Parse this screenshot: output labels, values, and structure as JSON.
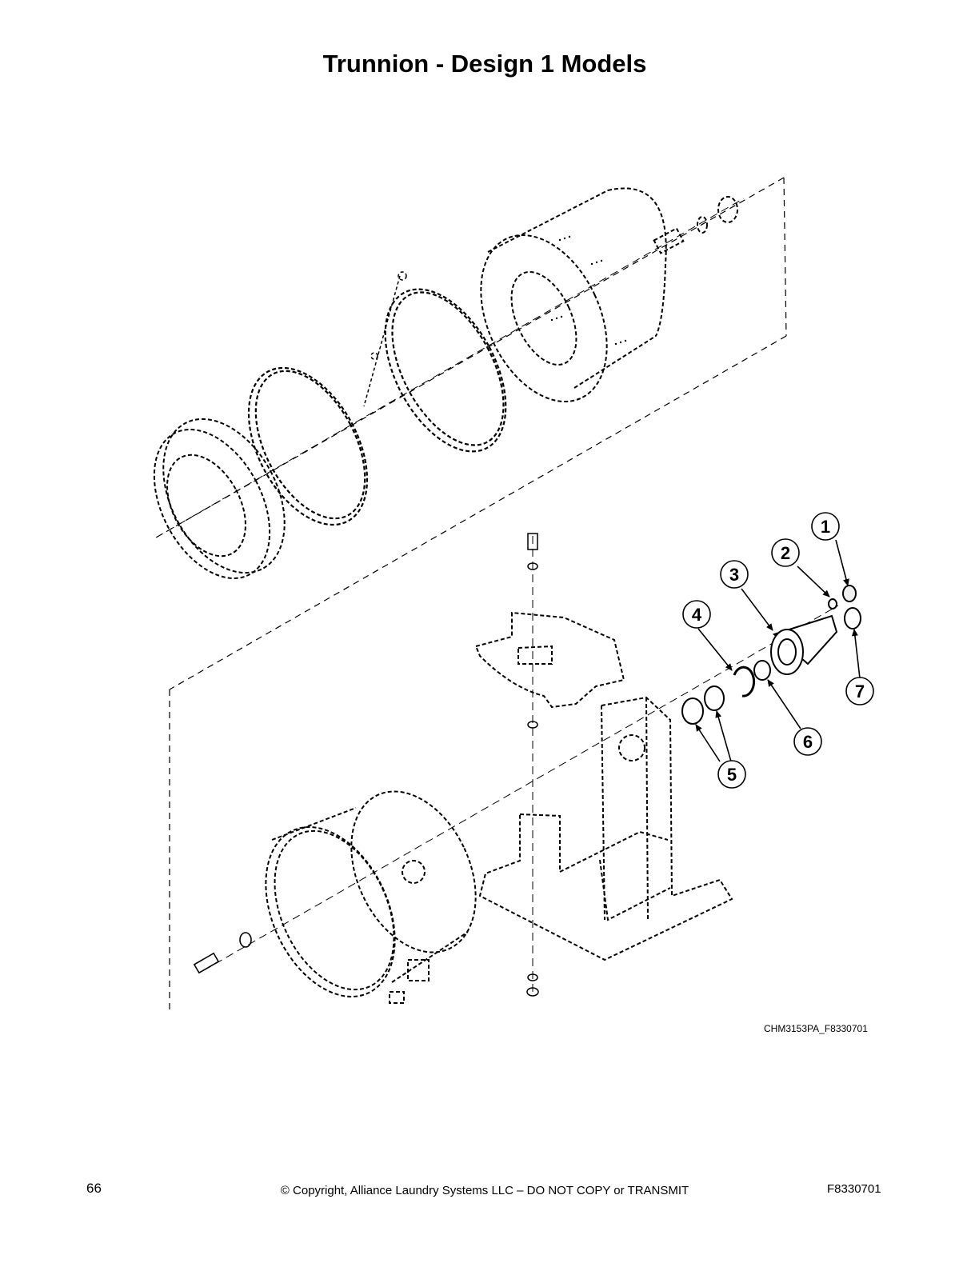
{
  "page": {
    "title": "Trunnion - Design 1 Models",
    "figure_id": "CHM3153PA_F8330701",
    "page_number": "66",
    "copyright": "© Copyright, Alliance Laundry Systems LLC – DO NOT COPY or TRANSMIT",
    "doc_number": "F8330701"
  },
  "callouts": [
    {
      "label": "1"
    },
    {
      "label": "2"
    },
    {
      "label": "3"
    },
    {
      "label": "4"
    },
    {
      "label": "5"
    },
    {
      "label": "6"
    },
    {
      "label": "7"
    }
  ]
}
